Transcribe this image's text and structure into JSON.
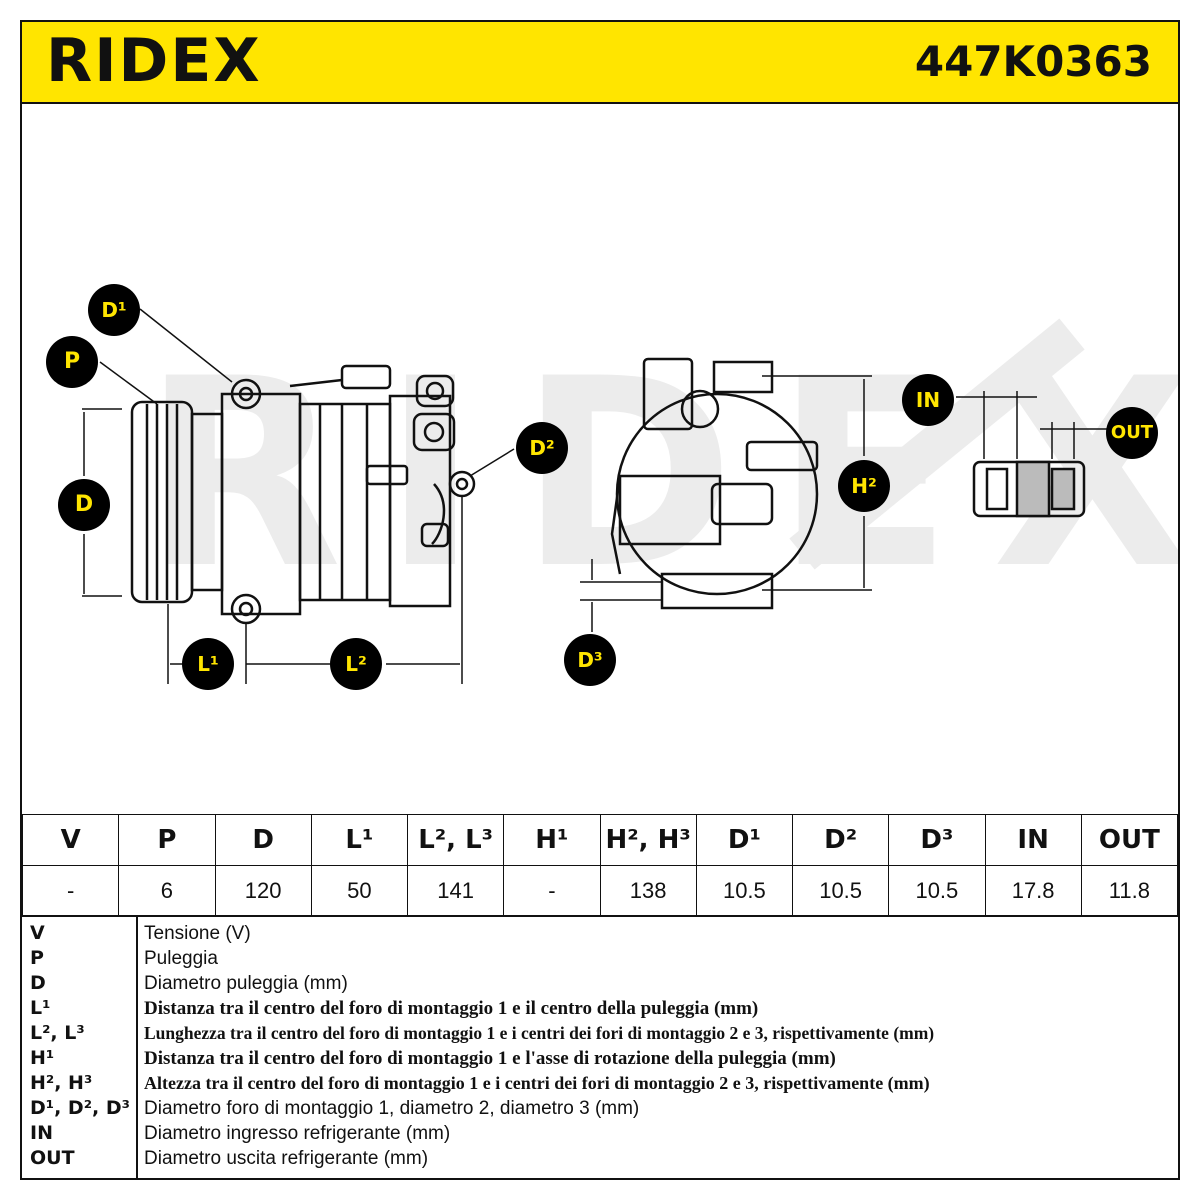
{
  "header": {
    "brand": "RIDEX",
    "part_number": "447K0363"
  },
  "colors": {
    "accent": "#ffe500",
    "ink": "#111111",
    "watermark": "#e6e6e6"
  },
  "callouts": {
    "P": "P",
    "D": "D",
    "D1": "D¹",
    "D2": "D²",
    "D3": "D³",
    "L1": "L¹",
    "L2": "L²",
    "H2": "H²",
    "IN": "IN",
    "OUT": "OUT"
  },
  "spec_table": {
    "columns": [
      "V",
      "P",
      "D",
      "L¹",
      "L², L³",
      "H¹",
      "H², H³",
      "D¹",
      "D²",
      "D³",
      "IN",
      "OUT"
    ],
    "values": [
      "-",
      "6",
      "120",
      "50",
      "141",
      "-",
      "138",
      "10.5",
      "10.5",
      "10.5",
      "17.8",
      "11.8"
    ]
  },
  "legend": [
    {
      "key": "V",
      "text": "Tensione (V)"
    },
    {
      "key": "P",
      "text": "Puleggia"
    },
    {
      "key": "D",
      "text": "Diametro puleggia (mm)"
    },
    {
      "key": "L¹",
      "text": "Distanza tra il centro del foro di montaggio 1 e il centro della puleggia (mm)"
    },
    {
      "key": "L², L³",
      "text": "Lunghezza tra il centro del foro di montaggio 1 e i centri dei fori di montaggio 2 e 3, rispettivamente (mm)"
    },
    {
      "key": "H¹",
      "text": "Distanza tra il centro del foro di montaggio 1 e l'asse di rotazione della puleggia (mm)"
    },
    {
      "key": "H², H³",
      "text": "Altezza tra il centro del foro di montaggio 1 e i centri dei fori di montaggio 2 e 3, rispettivamente (mm)"
    },
    {
      "key": "D¹, D², D³",
      "text": "Diametro foro di montaggio 1, diametro 2, diametro 3 (mm)"
    },
    {
      "key": "IN",
      "text": "Diametro ingresso refrigerante (mm)"
    },
    {
      "key": "OUT",
      "text": "Diametro uscita refrigerante (mm)"
    }
  ],
  "watermark": "RIDEX"
}
